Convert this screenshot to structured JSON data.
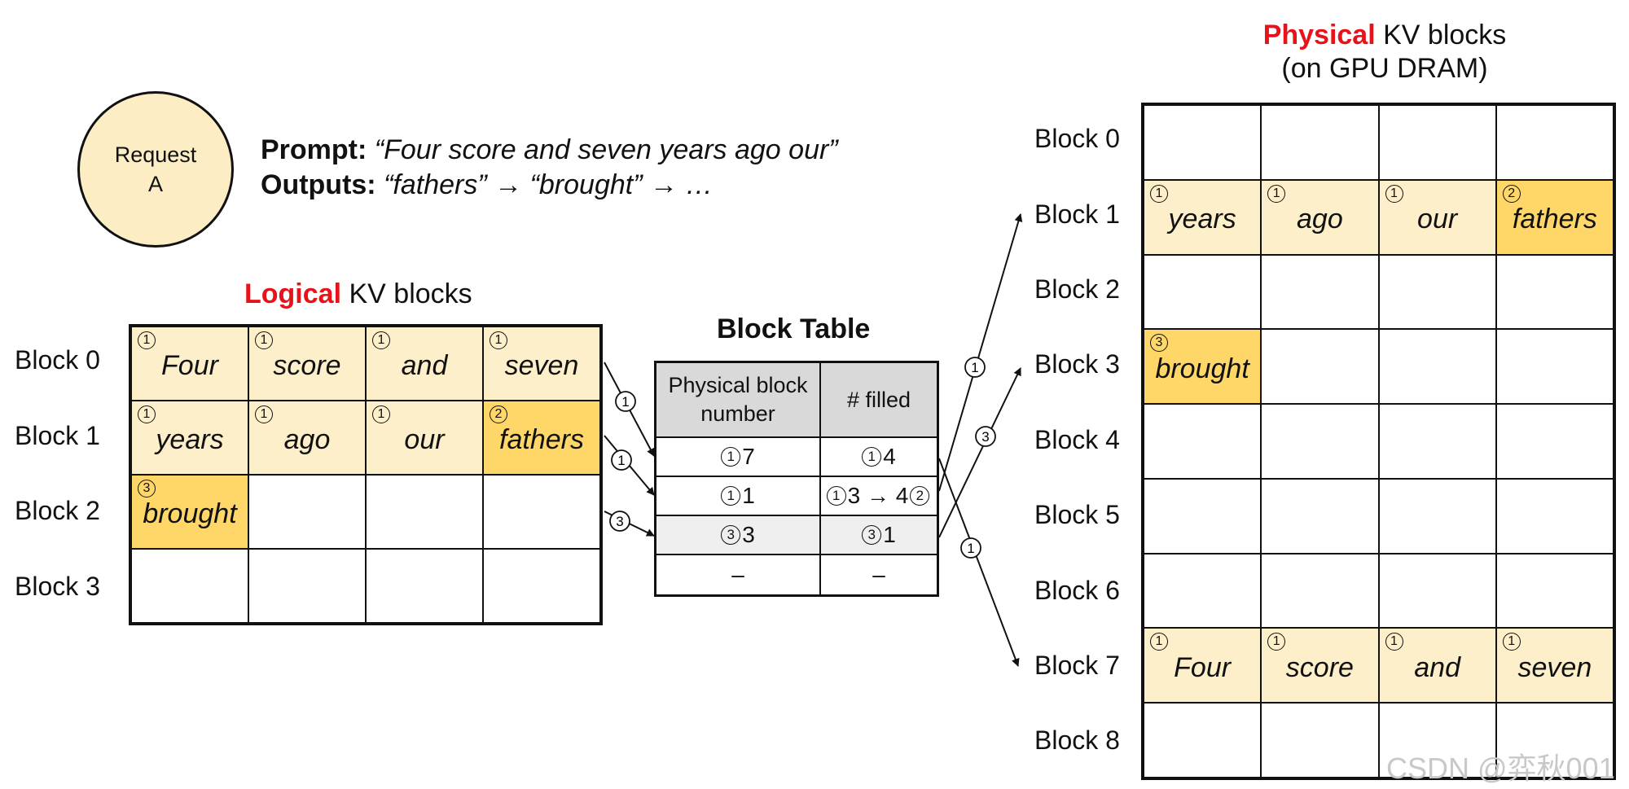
{
  "request": {
    "line1": "Request",
    "line2": "A"
  },
  "prompt": {
    "prompt_label": "Prompt:",
    "prompt_text": "“Four score and seven years ago our”",
    "outputs_label": "Outputs:",
    "outputs_text": "“fathers” → “brought” → …"
  },
  "logical": {
    "title_red": "Logical",
    "title_rest": " KV blocks",
    "rows": [
      "Block 0",
      "Block 1",
      "Block 2",
      "Block 3"
    ],
    "cells": [
      [
        {
          "w": "Four",
          "b": "1",
          "f": "light"
        },
        {
          "w": "score",
          "b": "1",
          "f": "light"
        },
        {
          "w": "and",
          "b": "1",
          "f": "light"
        },
        {
          "w": "seven",
          "b": "1",
          "f": "light"
        }
      ],
      [
        {
          "w": "years",
          "b": "1",
          "f": "light"
        },
        {
          "w": "ago",
          "b": "1",
          "f": "light"
        },
        {
          "w": "our",
          "b": "1",
          "f": "light"
        },
        {
          "w": "fathers",
          "b": "2",
          "f": "dark"
        }
      ],
      [
        {
          "w": "brought",
          "b": "3",
          "f": "dark"
        },
        {
          "w": "",
          "b": "",
          "f": ""
        },
        {
          "w": "",
          "b": "",
          "f": ""
        },
        {
          "w": "",
          "b": "",
          "f": ""
        }
      ],
      [
        {
          "w": "",
          "b": "",
          "f": ""
        },
        {
          "w": "",
          "b": "",
          "f": ""
        },
        {
          "w": "",
          "b": "",
          "f": ""
        },
        {
          "w": "",
          "b": "",
          "f": ""
        }
      ]
    ]
  },
  "block_table": {
    "title": "Block Table",
    "header": {
      "c1_line1": "Physical block",
      "c1_line2": "number",
      "c2": "# filled"
    },
    "rows": [
      {
        "b1": "1",
        "v1": "7",
        "b2": "1",
        "v2": "4",
        "b3": ""
      },
      {
        "b1": "1",
        "v1": "1",
        "b2": "1",
        "v2": "3 → 4",
        "b3": "2"
      },
      {
        "b1": "3",
        "v1": "3",
        "b2": "3",
        "v2": "1",
        "b3": ""
      },
      {
        "b1": "",
        "v1": "–",
        "b2": "",
        "v2": "–",
        "b3": ""
      }
    ]
  },
  "physical": {
    "title_red": "Physical",
    "title_rest": " KV blocks",
    "subtitle": "(on GPU DRAM)",
    "rows": [
      "Block 0",
      "Block 1",
      "Block 2",
      "Block 3",
      "Block 4",
      "Block 5",
      "Block 6",
      "Block 7",
      "Block 8"
    ],
    "cells": [
      [
        {
          "w": "",
          "b": "",
          "f": ""
        },
        {
          "w": "",
          "b": "",
          "f": ""
        },
        {
          "w": "",
          "b": "",
          "f": ""
        },
        {
          "w": "",
          "b": "",
          "f": ""
        }
      ],
      [
        {
          "w": "years",
          "b": "1",
          "f": "light"
        },
        {
          "w": "ago",
          "b": "1",
          "f": "light"
        },
        {
          "w": "our",
          "b": "1",
          "f": "light"
        },
        {
          "w": "fathers",
          "b": "2",
          "f": "dark"
        }
      ],
      [
        {
          "w": "",
          "b": "",
          "f": ""
        },
        {
          "w": "",
          "b": "",
          "f": ""
        },
        {
          "w": "",
          "b": "",
          "f": ""
        },
        {
          "w": "",
          "b": "",
          "f": ""
        }
      ],
      [
        {
          "w": "brought",
          "b": "3",
          "f": "dark"
        },
        {
          "w": "",
          "b": "",
          "f": ""
        },
        {
          "w": "",
          "b": "",
          "f": ""
        },
        {
          "w": "",
          "b": "",
          "f": ""
        }
      ],
      [
        {
          "w": "",
          "b": "",
          "f": ""
        },
        {
          "w": "",
          "b": "",
          "f": ""
        },
        {
          "w": "",
          "b": "",
          "f": ""
        },
        {
          "w": "",
          "b": "",
          "f": ""
        }
      ],
      [
        {
          "w": "",
          "b": "",
          "f": ""
        },
        {
          "w": "",
          "b": "",
          "f": ""
        },
        {
          "w": "",
          "b": "",
          "f": ""
        },
        {
          "w": "",
          "b": "",
          "f": ""
        }
      ],
      [
        {
          "w": "",
          "b": "",
          "f": ""
        },
        {
          "w": "",
          "b": "",
          "f": ""
        },
        {
          "w": "",
          "b": "",
          "f": ""
        },
        {
          "w": "",
          "b": "",
          "f": ""
        }
      ],
      [
        {
          "w": "Four",
          "b": "1",
          "f": "light"
        },
        {
          "w": "score",
          "b": "1",
          "f": "light"
        },
        {
          "w": "and",
          "b": "1",
          "f": "light"
        },
        {
          "w": "seven",
          "b": "1",
          "f": "light"
        }
      ],
      [
        {
          "w": "",
          "b": "",
          "f": ""
        },
        {
          "w": "",
          "b": "",
          "f": ""
        },
        {
          "w": "",
          "b": "",
          "f": ""
        },
        {
          "w": "",
          "b": "",
          "f": ""
        }
      ]
    ]
  },
  "arrow_badges": {
    "logical_to_table": [
      "1",
      "1",
      "3"
    ],
    "table_to_physical": [
      "1",
      "3",
      "1"
    ]
  },
  "watermark": "CSDN @弈秋001",
  "colors": {
    "accent_red": "#e8131a",
    "fill_light": "#fdefc9",
    "fill_dark": "#fed768",
    "request_fill": "#fcedc4"
  }
}
